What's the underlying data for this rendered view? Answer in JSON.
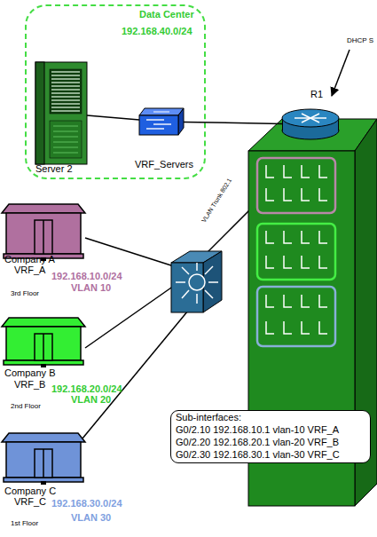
{
  "diagram": {
    "nodes": [
      {
        "text": [
          "Data Center",
          "192.168.40.0/24"
        ]
      },
      {
        "text": [
          "Server 2"
        ],
        "in": 0
      },
      {
        "text": [
          "VRF_Servers"
        ],
        "in": 0
      },
      {
        "text": [
          "R1"
        ]
      },
      {
        "text": [
          "Company A",
          "VRF_A",
          "192.168.10.0/24",
          "VLAN 10",
          "3rd Floor"
        ]
      },
      {
        "text": [
          "Company B",
          "VRF_B",
          "192.168.20.0/24",
          "VLAN 20",
          "2nd Floor"
        ]
      },
      {
        "text": [
          "Company C",
          "VRF_C",
          "192.168.30.0/24",
          "VLAN 30",
          "1st Floor"
        ]
      },
      {
        "text": [
          "Sub-interfaces:",
          "G0/2.10 192.168.10.1 vlan-10 VRF_A",
          "G0/2.20 192.168.20.1 vlan-20 VRF_B",
          "G0/2.30 192.168.30.1 vlan-30 VRF_C"
        ]
      }
    ],
    "edges": [
      {
        "from": 1,
        "to": 2,
        "arrow": "none"
      },
      {
        "from": 2,
        "to": 3,
        "arrow": "none"
      }
    ],
    "labels": [
      "DHCP S",
      "VLAN Trunk 802.1"
    ]
  }
}
